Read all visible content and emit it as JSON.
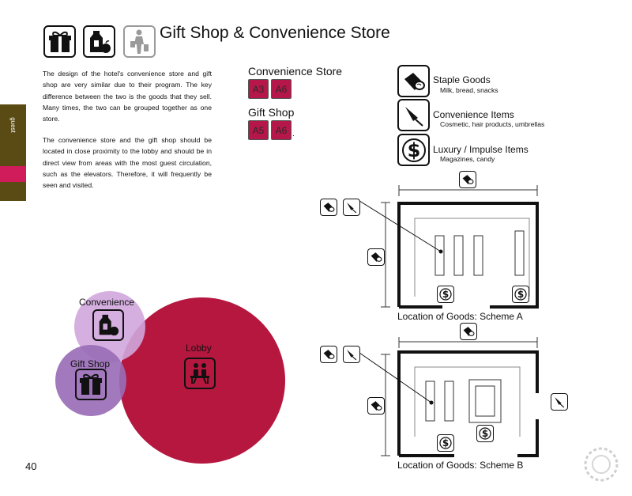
{
  "title": "Gift Shop & Convenience Store",
  "side_tab": {
    "label": "guest",
    "colors": {
      "dark": "#5a4a14",
      "accent": "#d01c5a"
    }
  },
  "body_text": {
    "para1": "The design of the hotel's convenience store and gift shop are very similar due to their program. The key difference between the two is the goods that they sell.  Many times, the two can be grouped together as one store.",
    "para2": "The convenience store and the gift shop should be located in close proximity to the lobby and should be in direct view from areas with the most guest circulation, such as the elevators. Therefore, it will frequently be seen and visited."
  },
  "header_icons": [
    "gift-icon",
    "groceries-icon",
    "shopper-icon"
  ],
  "codes": {
    "convenience_label": "Convenience Store",
    "convenience": [
      "A3",
      "A6"
    ],
    "giftshop_label": "Gift Shop",
    "giftshop": [
      "A5",
      "A6"
    ],
    "trailing_mark": ".",
    "color": "#b5174a"
  },
  "legend": [
    {
      "icon": "bread-icon",
      "title": "Staple Goods",
      "sub": "Milk, bread, snacks"
    },
    {
      "icon": "umbrella-icon",
      "title": "Convenience Items",
      "sub": "Cosmetic, hair products, umbrellas"
    },
    {
      "icon": "dollar-icon",
      "title": "Luxury / Impulse Items",
      "sub": "Magazines, candy"
    }
  ],
  "bubbles": {
    "convenience": "Convenience",
    "giftshop": "Gift Shop",
    "lobby": "Lobby",
    "colors": {
      "lobby": "#b5173f",
      "convenience": "#cfa6dc",
      "giftshop": "#9a6eb6"
    }
  },
  "schemes": {
    "a": "Location of Goods: Scheme A",
    "b": "Location of Goods: Scheme B"
  },
  "page_number": "40"
}
